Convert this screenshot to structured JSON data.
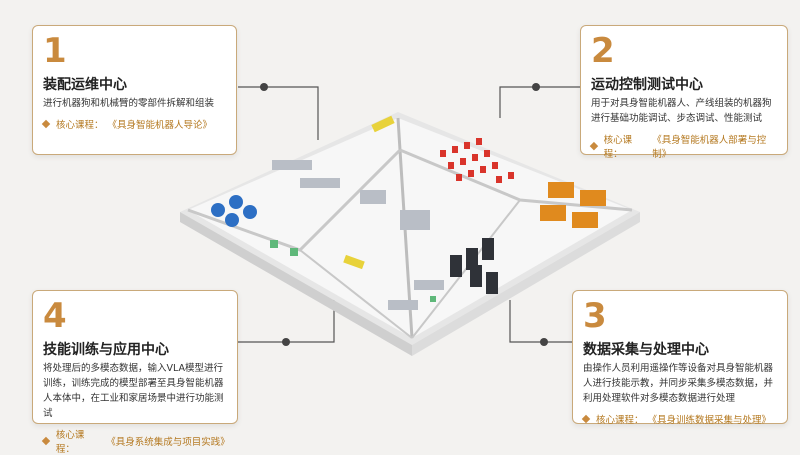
{
  "cards": [
    {
      "number": "1",
      "title": "装配运维中心",
      "desc": "进行机器狗和机械臂的零部件拆解和组装",
      "course_label": "核心课程：",
      "course_name": "《具身智能机器人导论》"
    },
    {
      "number": "2",
      "title": "运动控制测试中心",
      "desc": "用于对具身智能机器人、产线组装的机器狗进行基础功能调试、步态调试、性能测试",
      "course_label": "核心课程：",
      "course_name": "《具身智能机器人部署与控制》"
    },
    {
      "number": "3",
      "title": "数据采集与处理中心",
      "desc": "由操作人员利用遥操作等设备对具身智能机器人进行技能示教，并同步采集多模态数据，并利用处理软件对多模态数据进行处理",
      "course_label": "核心课程：",
      "course_name": "《具身训练数据采集与处理》"
    },
    {
      "number": "4",
      "title": "技能训练与应用中心",
      "desc": "将处理后的多模态数据，输入VLA模型进行训练，训练完成的模型部署至具身智能机器人本体中，在工业和家居场景中进行功能测试",
      "course_label": "核心课程：",
      "course_name": "《具身系统集成与项目实践》"
    }
  ]
}
